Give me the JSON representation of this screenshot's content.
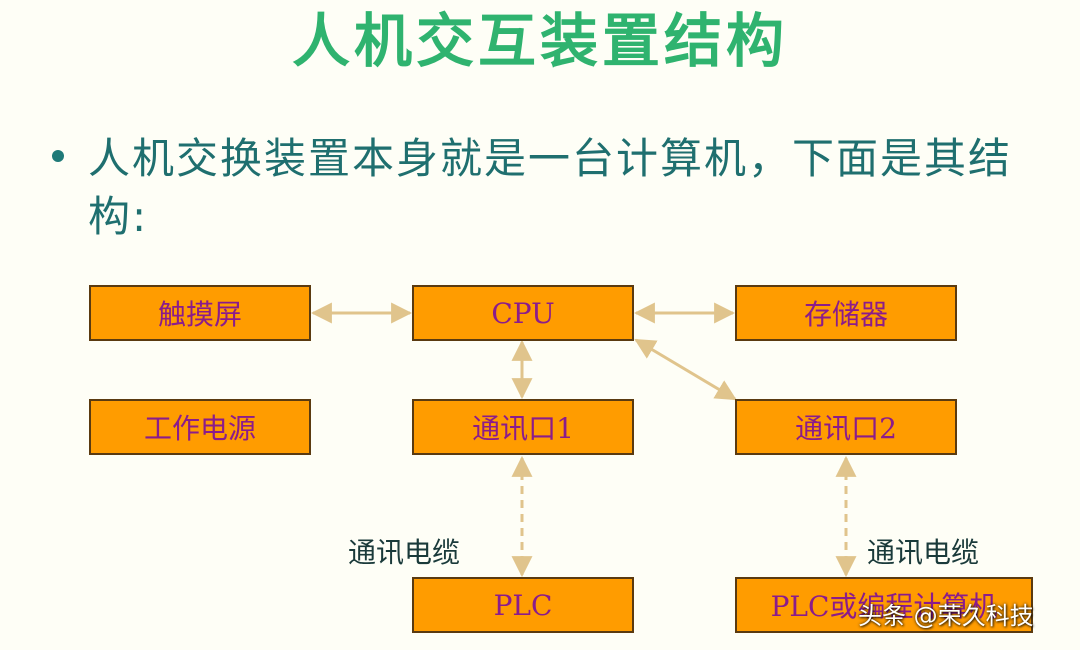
{
  "title": "人机交互装置结构",
  "bullet": "人机交换装置本身就是一台计算机，下面是其结构:",
  "boxes": {
    "touchscreen": "触摸屏",
    "cpu": "CPU",
    "memory": "存储器",
    "power": "工作电源",
    "port1": "通讯口1",
    "port2": "通讯口2",
    "plc": "PLC",
    "plc_computer": "PLC或编程计算机"
  },
  "labels": {
    "cable_left": "通讯电缆",
    "cable_right": "通讯电缆"
  },
  "watermark": "头条 @荣久科技",
  "colors": {
    "title": "#2fb36f",
    "text": "#1f6f6f",
    "box_fill": "#ff9c00",
    "box_text": "#8b1c8b",
    "arrow": "#e0c48c"
  }
}
